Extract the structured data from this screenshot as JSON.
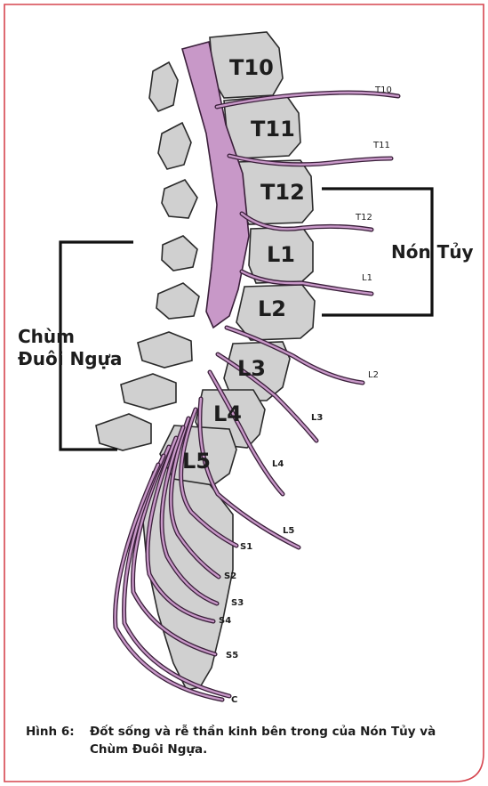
{
  "vertebrae": [
    "T10",
    "T11",
    "T12",
    "L1",
    "L2",
    "L3",
    "L4",
    "L5"
  ],
  "nerve_labels": [
    "T10",
    "T11",
    "T12",
    "L1",
    "L2",
    "L3",
    "L4",
    "L5",
    "S1",
    "S2",
    "S3",
    "S4",
    "S5",
    "C"
  ],
  "regions": {
    "conus": "Nón Tủy",
    "cauda_line1": "Chùm",
    "cauda_line2": "Đuôi Ngựa"
  },
  "caption": {
    "number": "Hình 6:",
    "text": "Đốt sống và rễ thần kinh bên trong của Nón Tủy và Chùm Đuôi Ngựa."
  },
  "colors": {
    "frame": "#d6454f",
    "spinal_cord": "#c898c8",
    "bone": "#d0d0d0"
  }
}
